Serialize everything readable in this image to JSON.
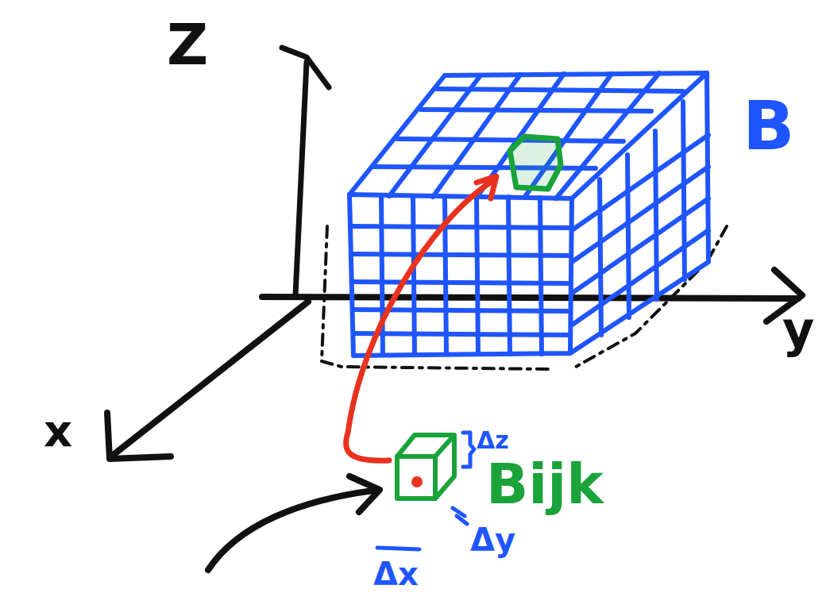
{
  "diagram": {
    "labels": [
      "Z",
      "y",
      "x",
      "B",
      "Bijk",
      "Δz",
      "Δy",
      "Δx"
    ]
  }
}
